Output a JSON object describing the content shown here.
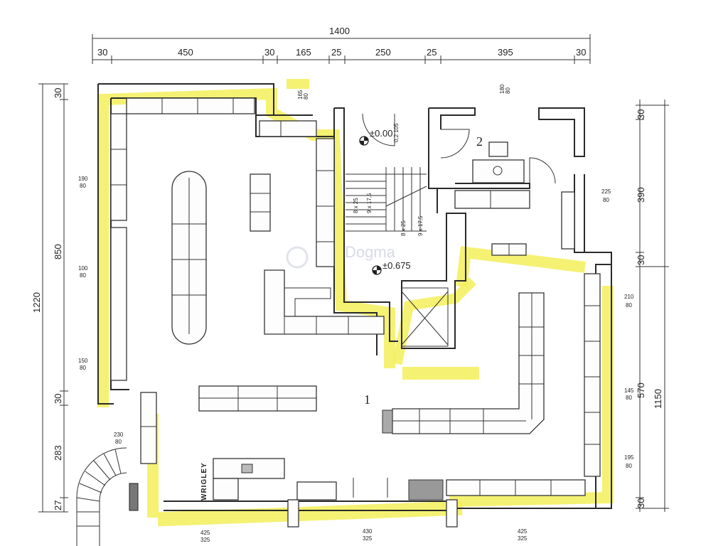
{
  "plan": {
    "top_total_dim": "1400",
    "top_dims": [
      "30",
      "450",
      "30",
      "165",
      "25",
      "250",
      "25",
      "395",
      "30"
    ],
    "left_total_dim": "1220",
    "left_dims": [
      "30",
      "850",
      "30",
      "283",
      "27"
    ],
    "right_dims": [
      "30",
      "390",
      "30",
      "1150",
      "570",
      "30"
    ],
    "room_labels": [
      "1",
      "2"
    ],
    "elevation_main": "±0.675",
    "elevation_top": "±0.00",
    "stair_dims_left": [
      "8 x 25",
      "9 x 17,5"
    ],
    "stair_dims_right": [
      "8 x 25",
      "9 x 17,5"
    ],
    "brand_label": "WRIGLEY",
    "watermark": "Dogma",
    "window_labels": [
      {
        "a": "165",
        "b": "80"
      },
      {
        "a": "180",
        "b": "80"
      },
      {
        "a": "190",
        "b": "80"
      },
      {
        "a": "100",
        "b": "80"
      },
      {
        "a": "150",
        "b": "80"
      },
      {
        "a": "230",
        "b": "80"
      },
      {
        "a": "225",
        "b": "80"
      },
      {
        "a": "210",
        "b": "80"
      },
      {
        "a": "145",
        "b": "80"
      },
      {
        "a": "195",
        "b": "80"
      },
      {
        "a": "425",
        "b": "325"
      },
      {
        "a": "430",
        "b": "325"
      },
      {
        "a": "425",
        "b": "325"
      }
    ],
    "door_label": "0,2 105"
  }
}
